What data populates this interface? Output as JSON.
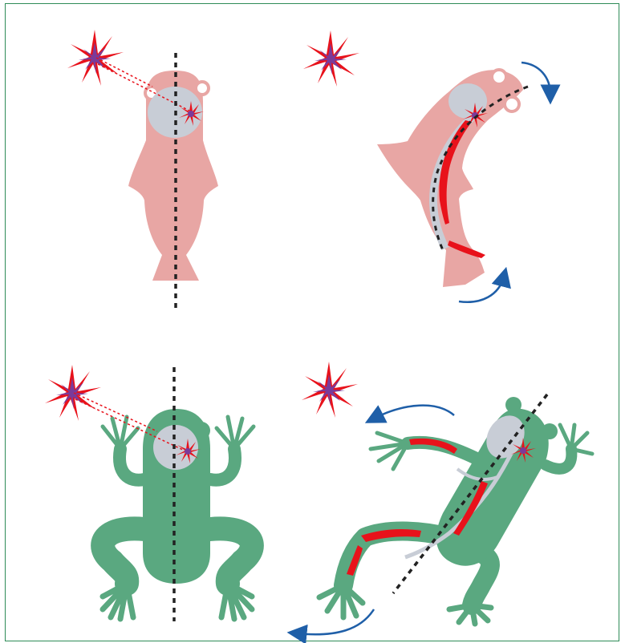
{
  "colors": {
    "frame": "#2e8b57",
    "fish": "#e8a6a4",
    "fish_light": "#f0b5b3",
    "frog": "#5aa880",
    "eye_patch": "#c8cdd6",
    "nerve": "#c8cdd6",
    "muscle": "#e8121b",
    "star_outer": "#e8121b",
    "star_inner": "#7a3a9a",
    "arrow": "#1f5fa8",
    "axis": "#222222"
  },
  "panels": [
    {
      "id": "fish-resting",
      "animal": "fish",
      "state": "resting"
    },
    {
      "id": "fish-escape",
      "animal": "fish",
      "state": "bending"
    },
    {
      "id": "frog-resting",
      "animal": "frog",
      "state": "resting"
    },
    {
      "id": "frog-escape",
      "animal": "frog",
      "state": "turning"
    }
  ],
  "icons": [
    "flash-star-icon",
    "curved-arrow-icon"
  ]
}
